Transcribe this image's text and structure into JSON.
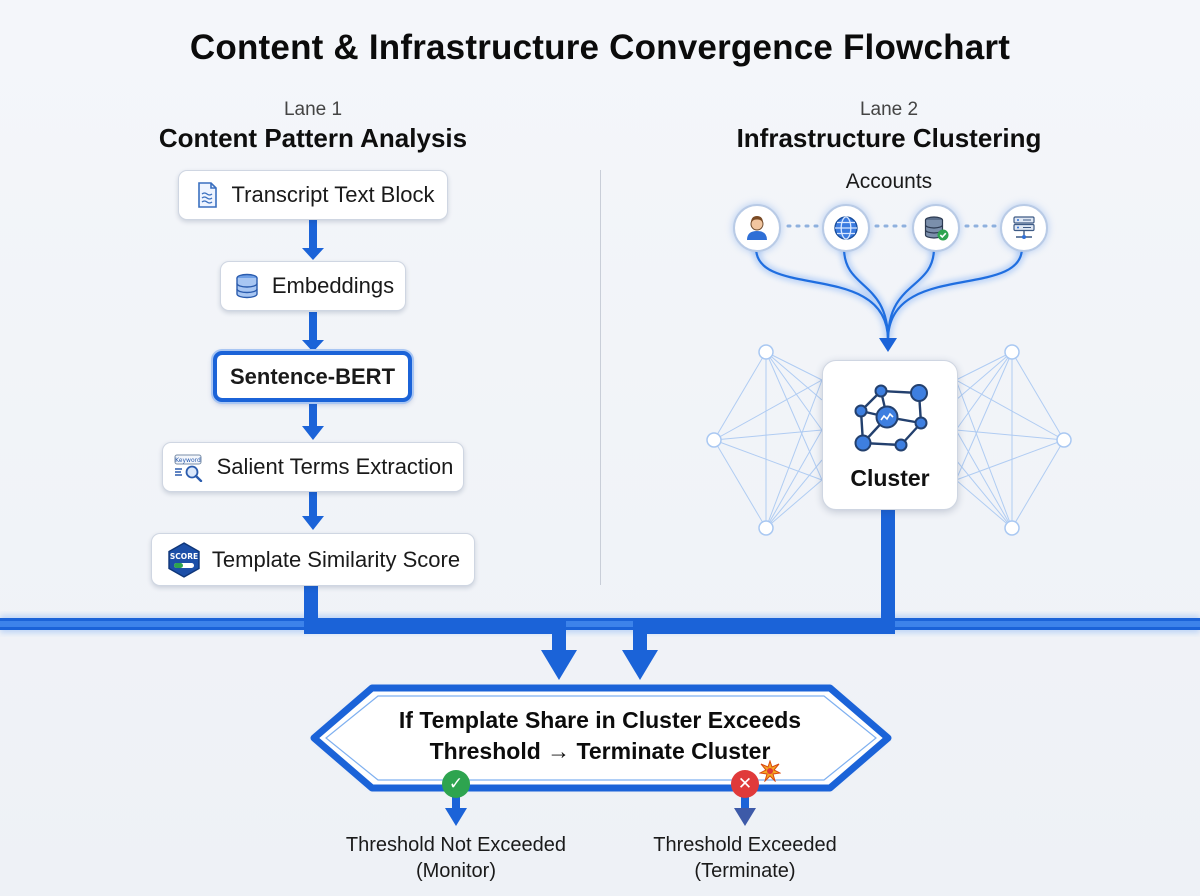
{
  "title": "Content & Infrastructure Convergence Flowchart",
  "lanes": [
    {
      "number": "Lane 1",
      "title": "Content Pattern Analysis"
    },
    {
      "number": "Lane 2",
      "title": "Infrastructure Clustering"
    }
  ],
  "lane1_steps": [
    {
      "label": "Transcript Text Block",
      "icon": "document-icon"
    },
    {
      "label": "Embeddings",
      "icon": "database-icon"
    },
    {
      "label": "Sentence-BERT",
      "icon": ""
    },
    {
      "label": "Salient Terms Extraction",
      "icon": "keyword-search-icon"
    },
    {
      "label": "Template Similarity Score",
      "icon": "score-badge-icon"
    }
  ],
  "score_icon_text": "SCORE",
  "keyword_icon_text": "Keyword",
  "accounts_label": "Accounts",
  "account_icons": [
    "user-icon",
    "globe-icon",
    "database-check-icon",
    "server-icon"
  ],
  "cluster_label": "Cluster",
  "decision": {
    "line1": "If Template Share in Cluster Exceeds",
    "line2": "Threshold → Terminate Cluster"
  },
  "outcomes": [
    {
      "line1": "Threshold Not Exceeded",
      "line2": "(Monitor)",
      "badge": "✓",
      "color": "#2ea44f"
    },
    {
      "line1": "Threshold Exceeded",
      "line2": "(Terminate)",
      "badge": "✕",
      "color": "#e03a3a"
    }
  ],
  "colors": {
    "accent": "#1b63d8",
    "glow": "#8fb8f5"
  }
}
